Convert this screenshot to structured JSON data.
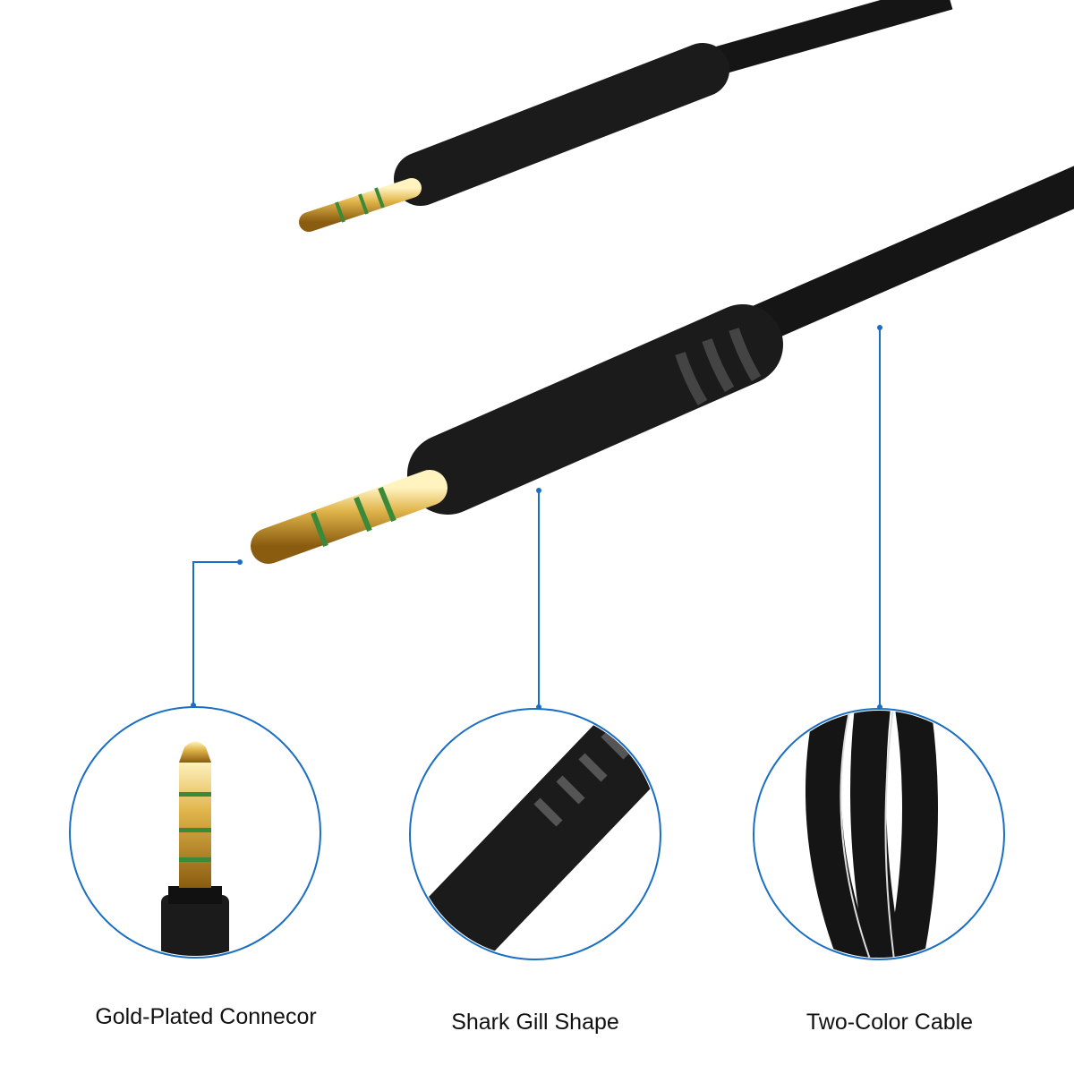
{
  "features": [
    {
      "label": "Gold-Plated Connecor",
      "icon": "gold-plug-closeup"
    },
    {
      "label": "Shark Gill Shape",
      "icon": "shark-gill-closeup"
    },
    {
      "label": "Two-Color Cable",
      "icon": "two-color-cable-closeup"
    }
  ],
  "colors": {
    "callout": "#1a6fc4",
    "cable": "#151515",
    "gold": "#d4a33a",
    "ring": "#3a8a3a"
  }
}
